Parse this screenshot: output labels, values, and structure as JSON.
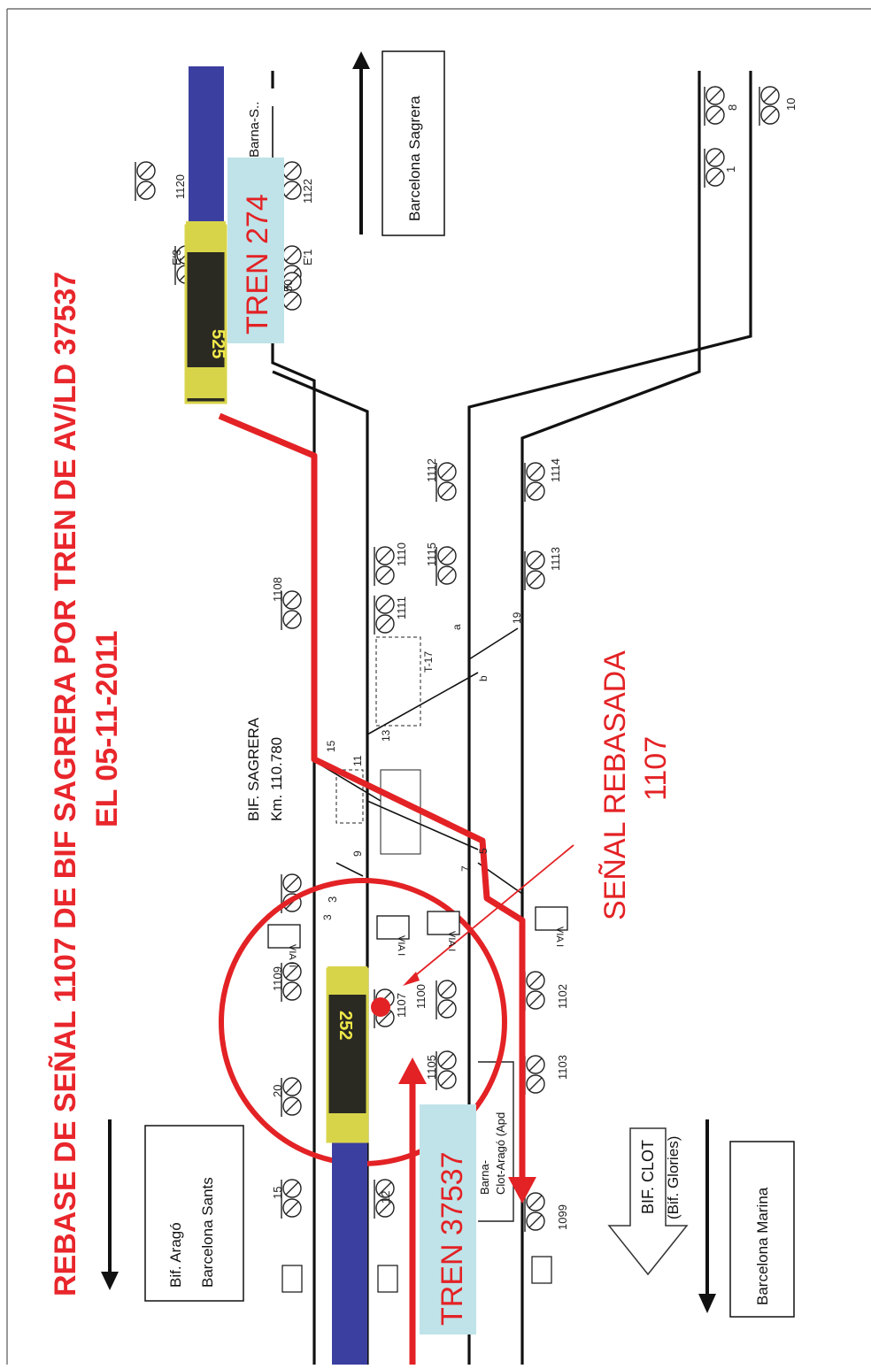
{
  "title_line1": "REBASE DE SEÑAL 1107 DE BIF SAGRERA POR TREN DE AV/LD 37537",
  "title_line2": "EL 05-11-2011",
  "callout_line1": "SEÑAL REBASADA",
  "callout_line2": "1107",
  "train_274_label": "TREN 274",
  "train_37537_label": "TREN 37537",
  "train_274_display": "525",
  "train_37537_display": "252",
  "bif_sagrera": "BIF. SAGRERA",
  "km_label": "Km. 110.780",
  "bif_clot": "BIF. CLOT",
  "bif_glories": "(Bif. Glories)",
  "barna_clot": "Barna-",
  "barna_clot2": "Clot-Aragó (Apd",
  "barna_s": "Barna-S..",
  "box_sagrera": "Barcelona Sagrera",
  "box_sants_1": "Bif. Aragó",
  "box_sants_2": "Barcelona Sants",
  "box_marina": "Barcelona Marina",
  "via_labels": [
    "VIA II",
    "VIA I",
    "VIA I",
    "VIA I"
  ],
  "signal_numbers": [
    "1120",
    "1122",
    "E'3",
    "E'1",
    "50",
    "1108",
    "1111",
    "1110",
    "1115",
    "1112",
    "1113",
    "1114",
    "1109",
    "1107",
    "1100",
    "1102",
    "1105",
    "1103",
    "1099",
    "20",
    "15",
    "12",
    "3",
    "8",
    "1",
    "10"
  ],
  "switch_numbers": [
    "15",
    "11",
    "9",
    "3",
    "13",
    "7",
    "5",
    "19",
    "T-17",
    "a",
    "b"
  ],
  "colors": {
    "red": "#e32225",
    "label_bg": "#bfe3e8",
    "train_blue": "#3b3fa0",
    "train_yellow": "#d8d44a"
  }
}
